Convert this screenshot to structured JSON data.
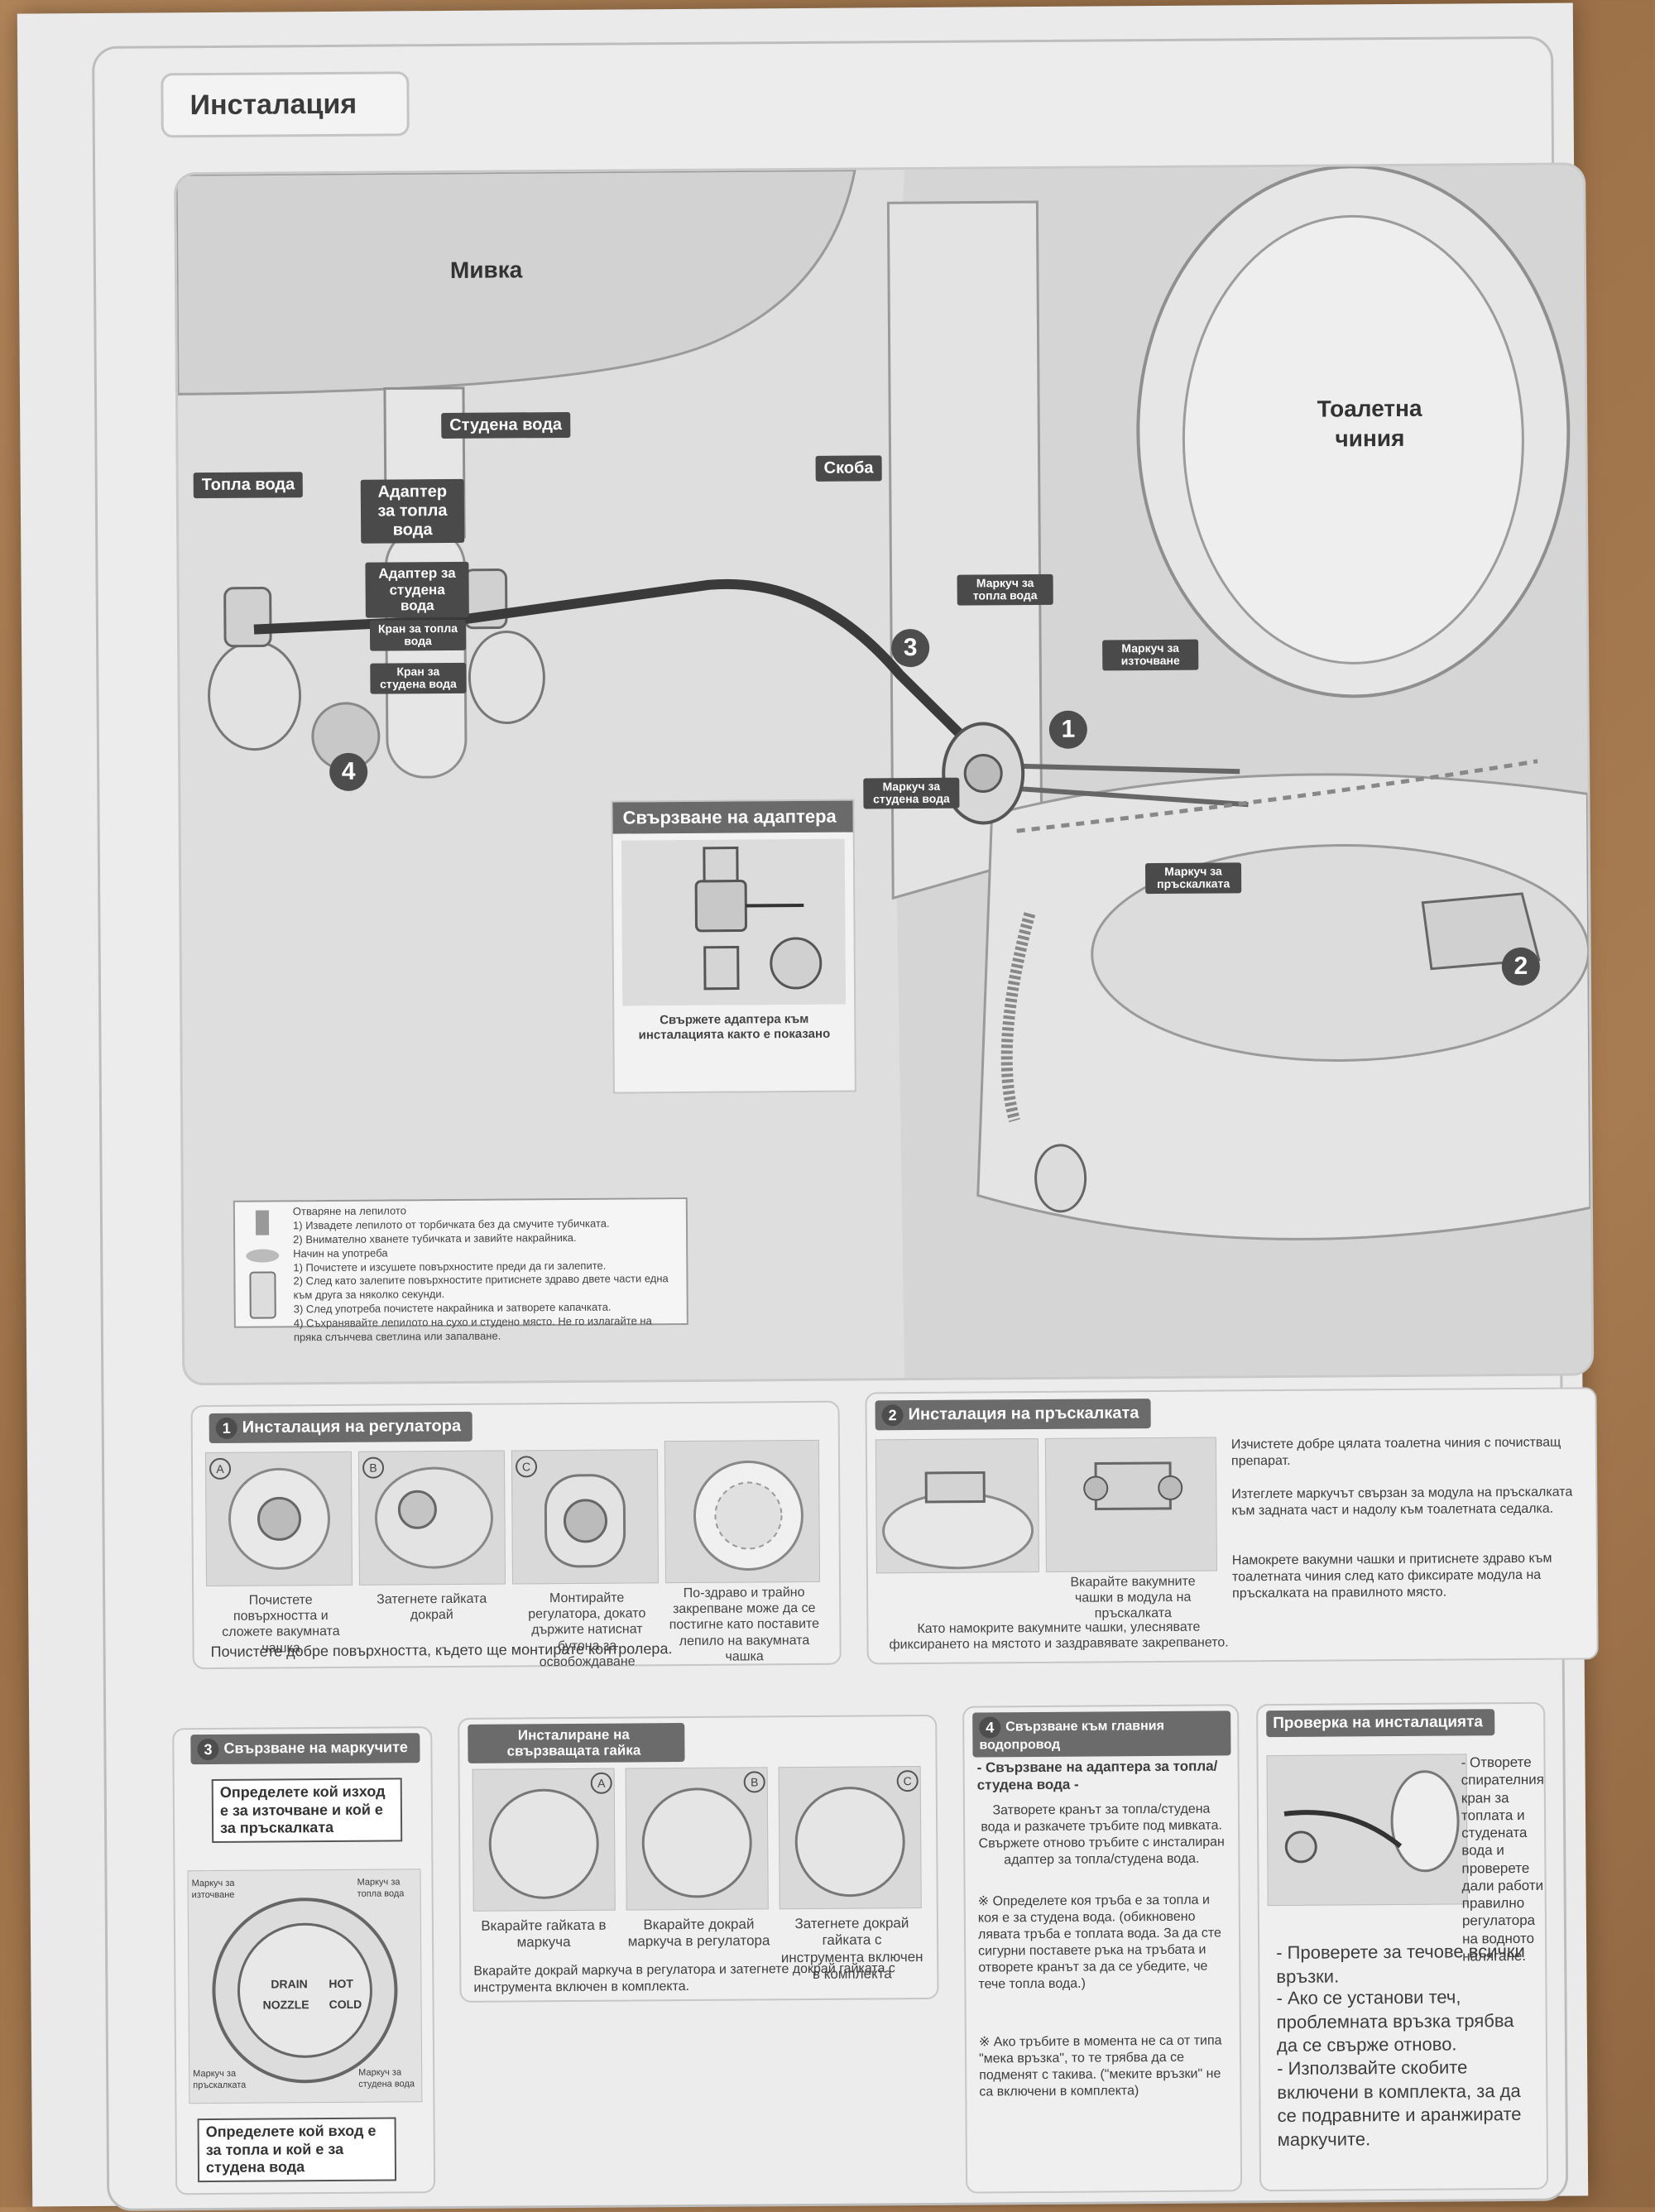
{
  "title": "Инсталация",
  "diagram": {
    "sink_label": "Мивка",
    "toilet_label": "Тоалетна чиния",
    "tags": {
      "hot_water": "Топла вода",
      "cold_water": "Студена вода",
      "hot_adapter": "Адаптер за топла вода",
      "cold_adapter": "Адаптер за студена вода",
      "hot_tap": "Кран за топла вода",
      "cold_tap": "Кран за студена вода",
      "clip": "Скоба",
      "hot_hose": "Маркуч за топла вода",
      "drain_hose": "Маркуч за източване",
      "cold_hose": "Маркуч за студена вода",
      "nozzle_hose": "Маркуч за пръскалката"
    },
    "numbers": [
      "1",
      "2",
      "3",
      "4"
    ],
    "adapter_inset": {
      "heading": "Свързване на адаптера",
      "caption": "Свържете адаптера към инсталацията както е показано"
    },
    "glue": {
      "h1": "Отваряне на лепилото",
      "l1": "1) Извадете лепилото от торбичката без да смучите тубичката.",
      "l2": "2) Внимателно хванете тубичката и завийте накрайника.",
      "h2": "Начин на употреба",
      "l3": "1) Почистете и изсушете повърхностите преди да ги залепите.",
      "l4": "2) След като залепите повърхностите притиснете здраво двете части една към друга за няколко секунди.",
      "l5": "3) След употреба почистете накрайника и затворете капачката.",
      "l6": "4) Съхранявайте лепилото на сухо и студено място. Не го излагайте на пряка слънчева светлина или запалване."
    }
  },
  "panel1": {
    "num": "1",
    "heading": "Инсталация на регулатора",
    "letters": [
      "A",
      "B",
      "C"
    ],
    "captions": [
      "Почистете повърхността и сложете вакумната чашка",
      "Затегнете гайката докрай",
      "Монтирайте регулатора, докато държите натиснат бутона за освобождаване",
      "По-здраво и трайно закрепване може да се постигне като поставите лепило на вакумната чашка"
    ],
    "footer": "Почистете добре повърхността, където ще монтирате контролера."
  },
  "panel2": {
    "num": "2",
    "heading": "Инсталация на пръскалката",
    "caption_mid": "Вкарайте вакумните чашки в модула на пръскалката",
    "caption_bottom": "Като намокрите вакумните чашки, улеснявате фиксирането на мястото и заздравявате закрепването.",
    "p1": "Изчистете добре цялата тоалетна чиния с почистващ препарат.",
    "p2": "Изтеглете маркучът свързан за модула на пръскалката към задната част и надолу към тоалетната седалка.",
    "p3": "Намокрете вакумни чашки и притиснете здраво към тоалетната чиния след като фиксирате модула на пръскалката на правилното място."
  },
  "panel3": {
    "num": "3",
    "heading": "Свързване на маркучите",
    "top_box": "Определете кой изход е за източване и кой е за пръскалката",
    "bottom_box": "Определете кой вход е за топла и кой е за студена вода",
    "hose_drain": "Маркуч за източване",
    "hose_hot": "Маркуч за топла вода",
    "hose_nozzle": "Маркуч за пръскалката",
    "hose_cold": "Маркуч за студена вода",
    "drain": "DRAIN",
    "nozzle": "NOZZLE",
    "hot": "HOT",
    "cold": "COLD"
  },
  "panel_nut": {
    "heading": "Инсталиране на свързващата гайка",
    "letters": [
      "A",
      "B",
      "C"
    ],
    "captions": [
      "Вкарайте гайката в маркуча",
      "Вкарайте докрай маркуча в регулатора",
      "Затегнете докрай гайката с инструмента включен в комплекта"
    ],
    "footer": "Вкарайте докрай маркуча в регулатора и затегнете докрай гайката с инструмента включен в комплекта."
  },
  "panel4": {
    "num": "4",
    "heading": "Свързване към главния водопровод",
    "sub": "- Свързване на адаптера за топла/студена вода -",
    "p1": "Затворете кранът за топла/студена вода и разкачете тръбите под мивката. Свържете отново тръбите с инсталиран адаптер за топла/студена вода.",
    "p2": "※ Определете коя тръба е за топла и коя е за студена вода. (обикновено лявата тръба е топлата вода. За да сте сигурни поставете ръка на тръбата и отворете кранът за да се убедите, че тече топла вода.)",
    "p3": "※ Ако тръбите в момента не са от типа \"мека връзка\", то те трябва да се подменят с такива. (\"меките връзки\" не са включени в комплекта)"
  },
  "panel_check": {
    "heading": "Проверка на инсталацията",
    "side": "- Отворете спирателния кран за топлата и студената вода и проверете дали работи правилно регулатора на водното налягане.",
    "b1": "- Проверете за течове всички връзки.",
    "b2": "- Ако се установи теч, проблемната връзка трябва да се свърже отново.",
    "b3": "- Използвайте скобите включени в комплекта, за да се подравните и аранжирате маркучите."
  }
}
